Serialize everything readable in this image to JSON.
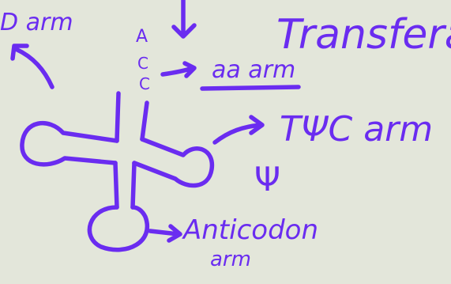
{
  "colors": {
    "background": "#e3e6da",
    "ink": "#6a2cf0"
  },
  "labels": {
    "d_arm": "D arm",
    "acceptor_a": "A",
    "acceptor_c1": "C",
    "acceptor_c2": "C",
    "aa_arm": "aa arm",
    "title_fragment": "Transfera",
    "t_psi_c_arm": "TΨC arm",
    "psi": "Ψ",
    "anticodon_line1": "Anticodon",
    "anticodon_line2": "arm"
  }
}
